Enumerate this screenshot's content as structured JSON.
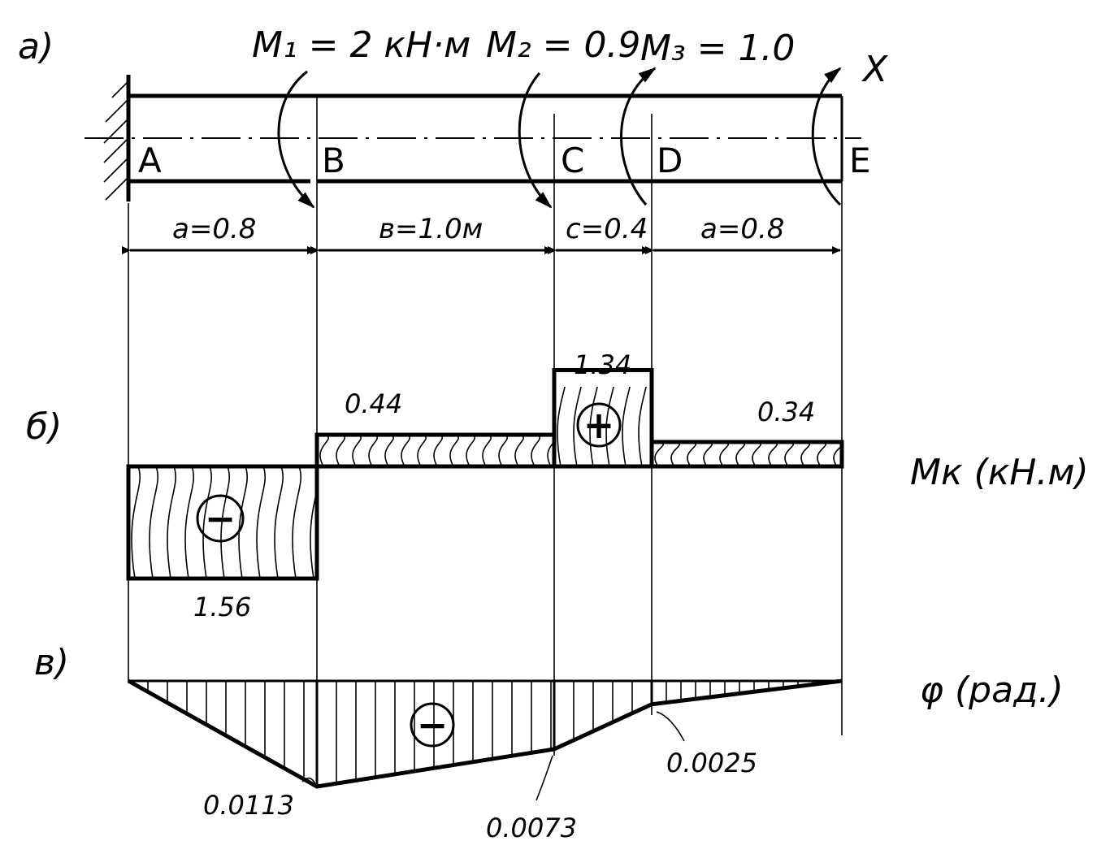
{
  "panels": {
    "a": "а)",
    "b": "б)",
    "v": "в)"
  },
  "moments": {
    "m1": "M₁ = 2 кН·м",
    "m2": "M₂ = 0.9",
    "m3": "M₃ = 1.0"
  },
  "axis_x": "X",
  "points": [
    "A",
    "B",
    "C",
    "D",
    "E"
  ],
  "dimensions": [
    "a=0.8",
    "в=1.0м",
    "c=0.4",
    "a=0.8"
  ],
  "torque_diagram": {
    "label": "Mк (кН.м)",
    "values": [
      {
        "segment": "AB",
        "value": -1.56,
        "text": "1.56"
      },
      {
        "segment": "BC",
        "value": 0.44,
        "text": "0.44"
      },
      {
        "segment": "CD",
        "value": 1.34,
        "text": "1.34"
      },
      {
        "segment": "DE",
        "value": 0.34,
        "text": "0.34"
      }
    ],
    "sign_plus": "+",
    "sign_minus": "−"
  },
  "angle_diagram": {
    "label": "φ  (рад.)",
    "values": [
      {
        "point": "A",
        "value": 0
      },
      {
        "point": "B",
        "value": -0.0113,
        "text": "0.0113"
      },
      {
        "point": "C",
        "value": -0.0073,
        "text": "0.0073"
      },
      {
        "point": "D",
        "value": -0.0025,
        "text": "0.0025"
      },
      {
        "point": "E",
        "value": 0
      }
    ],
    "sign_minus": "−"
  }
}
